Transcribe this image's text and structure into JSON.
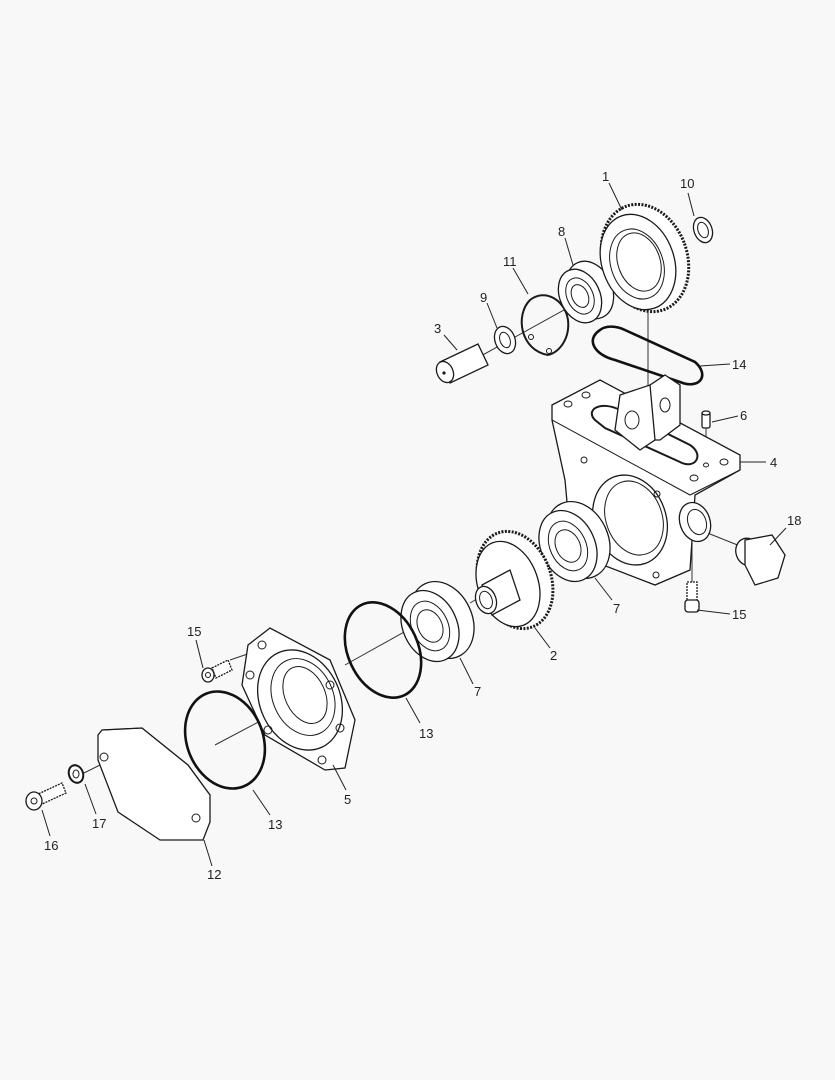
{
  "diagram": {
    "type": "exploded-parts-diagram",
    "background": "#f8f8f8",
    "line_color": "#1a1a1a",
    "callouts": [
      {
        "id": "1",
        "label": "1",
        "part": "large-spur-gear"
      },
      {
        "id": "2",
        "label": "2",
        "part": "gear-with-hub"
      },
      {
        "id": "3",
        "label": "3",
        "part": "pin"
      },
      {
        "id": "4",
        "label": "4",
        "part": "housing"
      },
      {
        "id": "5",
        "label": "5",
        "part": "bearing-cover-flange"
      },
      {
        "id": "6",
        "label": "6",
        "part": "dowel-pin"
      },
      {
        "id": "7a",
        "label": "7",
        "part": "ball-bearing"
      },
      {
        "id": "7b",
        "label": "7",
        "part": "ball-bearing"
      },
      {
        "id": "8",
        "label": "8",
        "part": "ball-bearing"
      },
      {
        "id": "9",
        "label": "9",
        "part": "seal-ring"
      },
      {
        "id": "10",
        "label": "10",
        "part": "seal-ring"
      },
      {
        "id": "11",
        "label": "11",
        "part": "snap-ring"
      },
      {
        "id": "12",
        "label": "12",
        "part": "cover-plate"
      },
      {
        "id": "13a",
        "label": "13",
        "part": "o-ring"
      },
      {
        "id": "13b",
        "label": "13",
        "part": "o-ring"
      },
      {
        "id": "14",
        "label": "14",
        "part": "oval-gasket"
      },
      {
        "id": "15a",
        "label": "15",
        "part": "socket-head-screw"
      },
      {
        "id": "15b",
        "label": "15",
        "part": "socket-head-screw"
      },
      {
        "id": "16",
        "label": "16",
        "part": "socket-head-screw"
      },
      {
        "id": "17",
        "label": "17",
        "part": "washer"
      },
      {
        "id": "18",
        "label": "18",
        "part": "plug"
      }
    ]
  }
}
